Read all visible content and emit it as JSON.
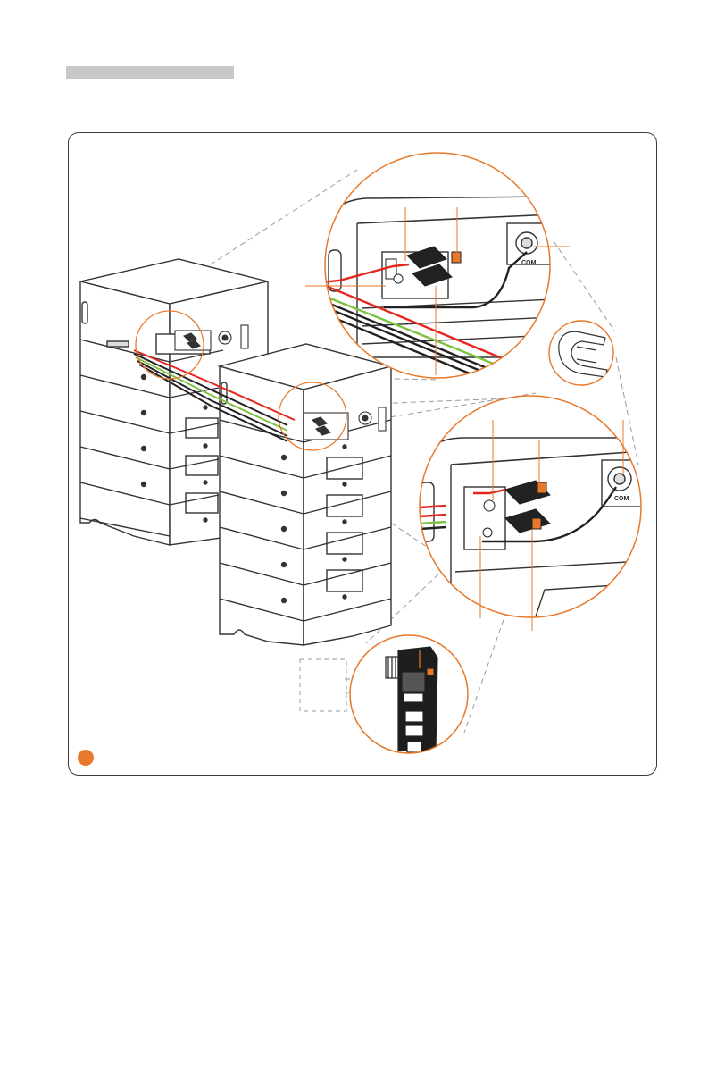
{
  "callout_labels": {
    "com_top": "COM",
    "com_mid": "COM"
  },
  "colors": {
    "accent": "#e8782a",
    "cable_red": "#e5261f",
    "cable_green": "#7fc241",
    "cable_black": "#222222",
    "outline": "#333333",
    "heading_bar": "#c8c8c8"
  },
  "icons": {
    "step_marker": "orange-dot"
  }
}
